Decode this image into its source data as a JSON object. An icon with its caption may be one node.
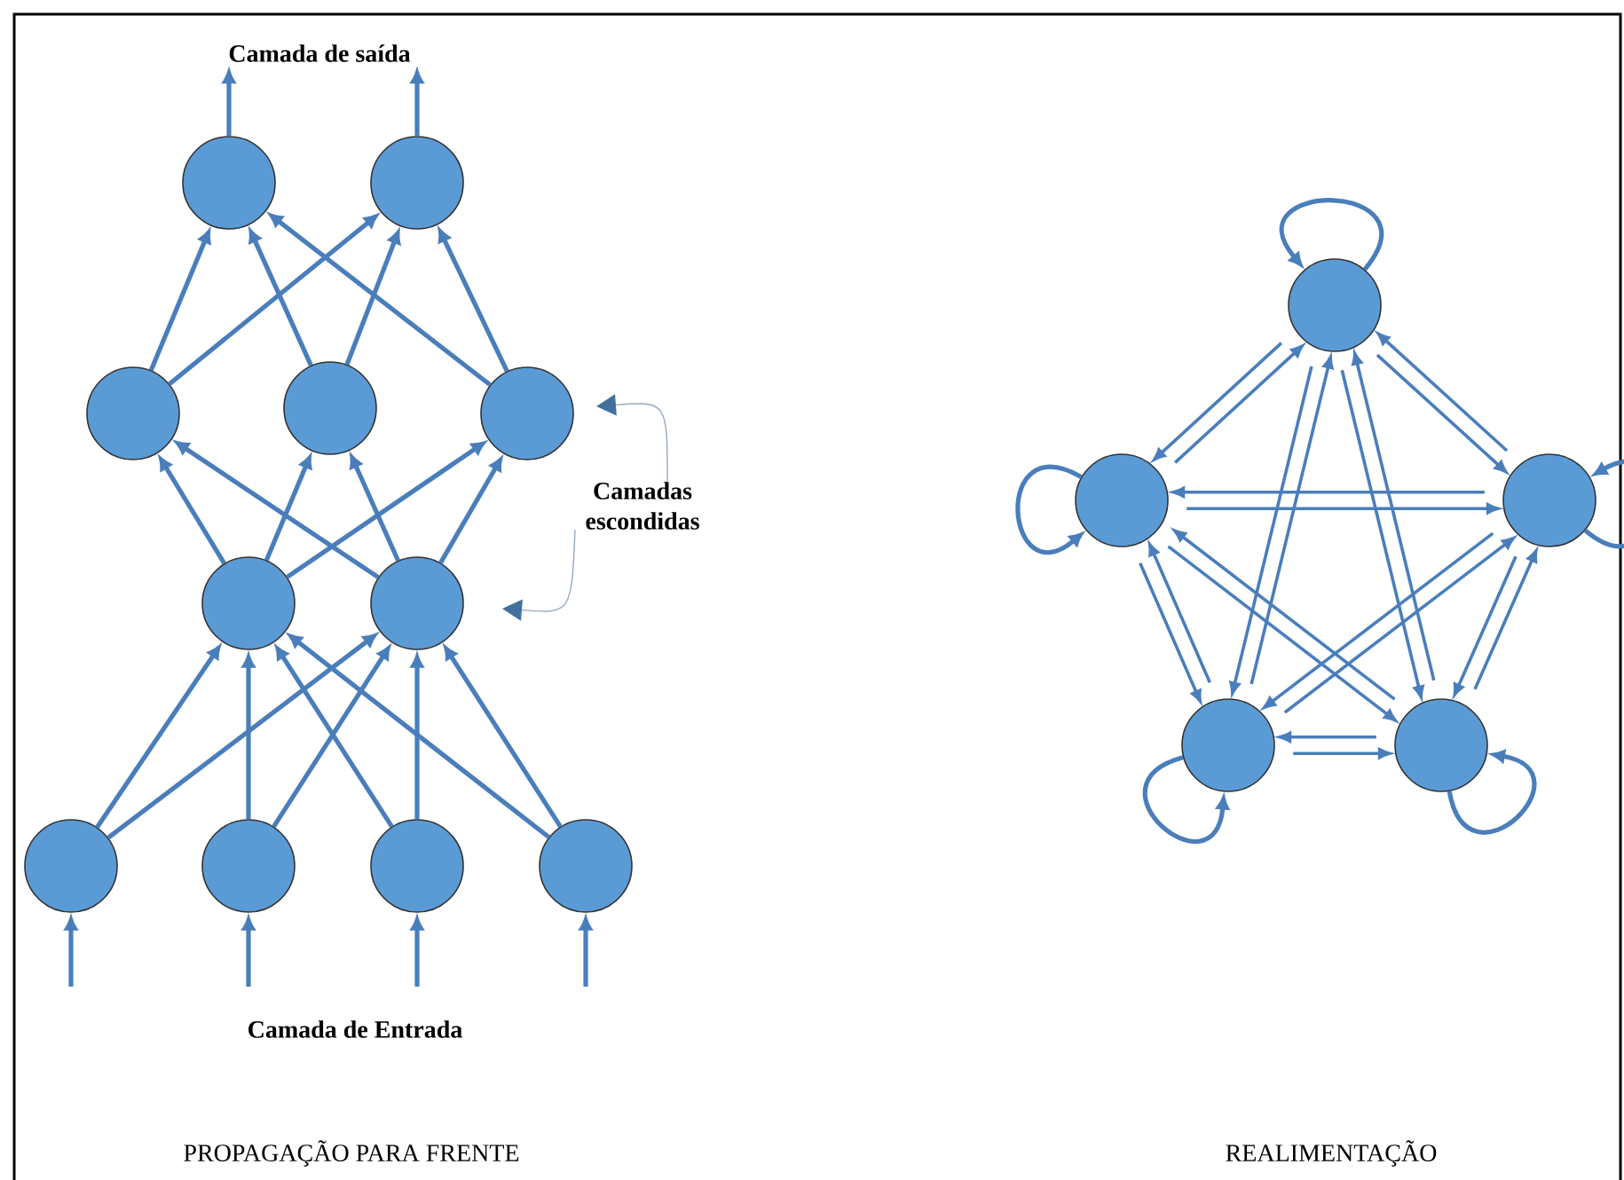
{
  "diagram": {
    "nodes": [
      {
        "text": [
          "Camada de saída"
        ]
      },
      {
        "text": [],
        "shape": "circle"
      },
      {
        "text": [],
        "shape": "circle"
      },
      {
        "text": [],
        "shape": "circle"
      },
      {
        "text": [],
        "shape": "circle"
      },
      {
        "text": [],
        "shape": "circle"
      },
      {
        "text": [
          "Camadas escondidas"
        ]
      },
      {
        "text": [],
        "shape": "circle"
      },
      {
        "text": [],
        "shape": "circle"
      },
      {
        "text": [],
        "shape": "circle"
      },
      {
        "text": [],
        "shape": "circle"
      },
      {
        "text": [],
        "shape": "circle"
      },
      {
        "text": [],
        "shape": "circle"
      },
      {
        "text": [],
        "shape": "circle"
      },
      {
        "text": [],
        "shape": "circle"
      },
      {
        "text": [],
        "shape": "circle"
      },
      {
        "text": [],
        "shape": "circle"
      },
      {
        "text": [],
        "shape": "circle"
      }
    ],
    "edges": [
      {
        "from": null,
        "to": 9,
        "arrow": "to"
      },
      {
        "from": null,
        "to": 10,
        "arrow": "to"
      },
      {
        "from": null,
        "to": 11,
        "arrow": "to"
      },
      {
        "from": null,
        "to": 12,
        "arrow": "to"
      },
      {
        "from": 9,
        "to": 7,
        "arrow": "to"
      },
      {
        "from": 9,
        "to": 8,
        "arrow": "to"
      },
      {
        "from": 10,
        "to": 7,
        "arrow": "to"
      },
      {
        "from": 10,
        "to": 8,
        "arrow": "to"
      },
      {
        "from": 11,
        "to": 7,
        "arrow": "to"
      },
      {
        "from": 11,
        "to": 8,
        "arrow": "to"
      },
      {
        "from": 12,
        "to": 7,
        "arrow": "to"
      },
      {
        "from": 12,
        "to": 8,
        "arrow": "to"
      },
      {
        "from": 7,
        "to": 3,
        "arrow": "to"
      },
      {
        "from": 7,
        "to": 4,
        "arrow": "to"
      },
      {
        "from": 7,
        "to": 5,
        "arrow": "to"
      },
      {
        "from": 8,
        "to": 3,
        "arrow": "to"
      },
      {
        "from": 8,
        "to": 4,
        "arrow": "to"
      },
      {
        "from": 8,
        "to": 5,
        "arrow": "to"
      },
      {
        "from": 3,
        "to": 1,
        "arrow": "to"
      },
      {
        "from": 3,
        "to": 2,
        "arrow": "to"
      },
      {
        "from": 4,
        "to": 1,
        "arrow": "to"
      },
      {
        "from": 4,
        "to": 2,
        "arrow": "to"
      },
      {
        "from": 5,
        "to": 1,
        "arrow": "to"
      },
      {
        "from": 5,
        "to": 2,
        "arrow": "to"
      },
      {
        "from": 1,
        "to": 0,
        "arrow": "to"
      },
      {
        "from": 2,
        "to": 0,
        "arrow": "to"
      },
      {
        "from": 6,
        "to": null,
        "arrow": "to"
      },
      {
        "from": 6,
        "to": null,
        "arrow": "to"
      },
      {
        "from": 13,
        "to": 14,
        "arrow": "to"
      },
      {
        "from": 14,
        "to": 13,
        "arrow": "to"
      },
      {
        "from": 13,
        "to": 15,
        "arrow": "to"
      },
      {
        "from": 15,
        "to": 13,
        "arrow": "to"
      },
      {
        "from": 13,
        "to": 16,
        "arrow": "to"
      },
      {
        "from": 16,
        "to": 13,
        "arrow": "to"
      },
      {
        "from": 13,
        "to": 17,
        "arrow": "to"
      },
      {
        "from": 17,
        "to": 13,
        "arrow": "to"
      },
      {
        "from": 14,
        "to": 15,
        "arrow": "to"
      },
      {
        "from": 15,
        "to": 14,
        "arrow": "to"
      },
      {
        "from": 14,
        "to": 16,
        "arrow": "to"
      },
      {
        "from": 16,
        "to": 14,
        "arrow": "to"
      },
      {
        "from": 14,
        "to": 17,
        "arrow": "to"
      },
      {
        "from": 17,
        "to": 14,
        "arrow": "to"
      },
      {
        "from": 15,
        "to": 16,
        "arrow": "to"
      },
      {
        "from": 16,
        "to": 15,
        "arrow": "to"
      },
      {
        "from": 15,
        "to": 17,
        "arrow": "to"
      },
      {
        "from": 17,
        "to": 15,
        "arrow": "to"
      },
      {
        "from": 16,
        "to": 17,
        "arrow": "to"
      },
      {
        "from": 17,
        "to": 16,
        "arrow": "to"
      },
      {
        "from": 13,
        "to": 13,
        "arrow": "to"
      },
      {
        "from": 14,
        "to": 14,
        "arrow": "to"
      },
      {
        "from": 15,
        "to": 15,
        "arrow": "to"
      },
      {
        "from": 16,
        "to": 16,
        "arrow": "to"
      },
      {
        "from": 17,
        "to": 17,
        "arrow": "to"
      }
    ],
    "labels": [
      "Camada de Entrada",
      "PROPAGAÇÃO PARA FRENTE",
      "REALIMENTAÇÃO"
    ]
  }
}
